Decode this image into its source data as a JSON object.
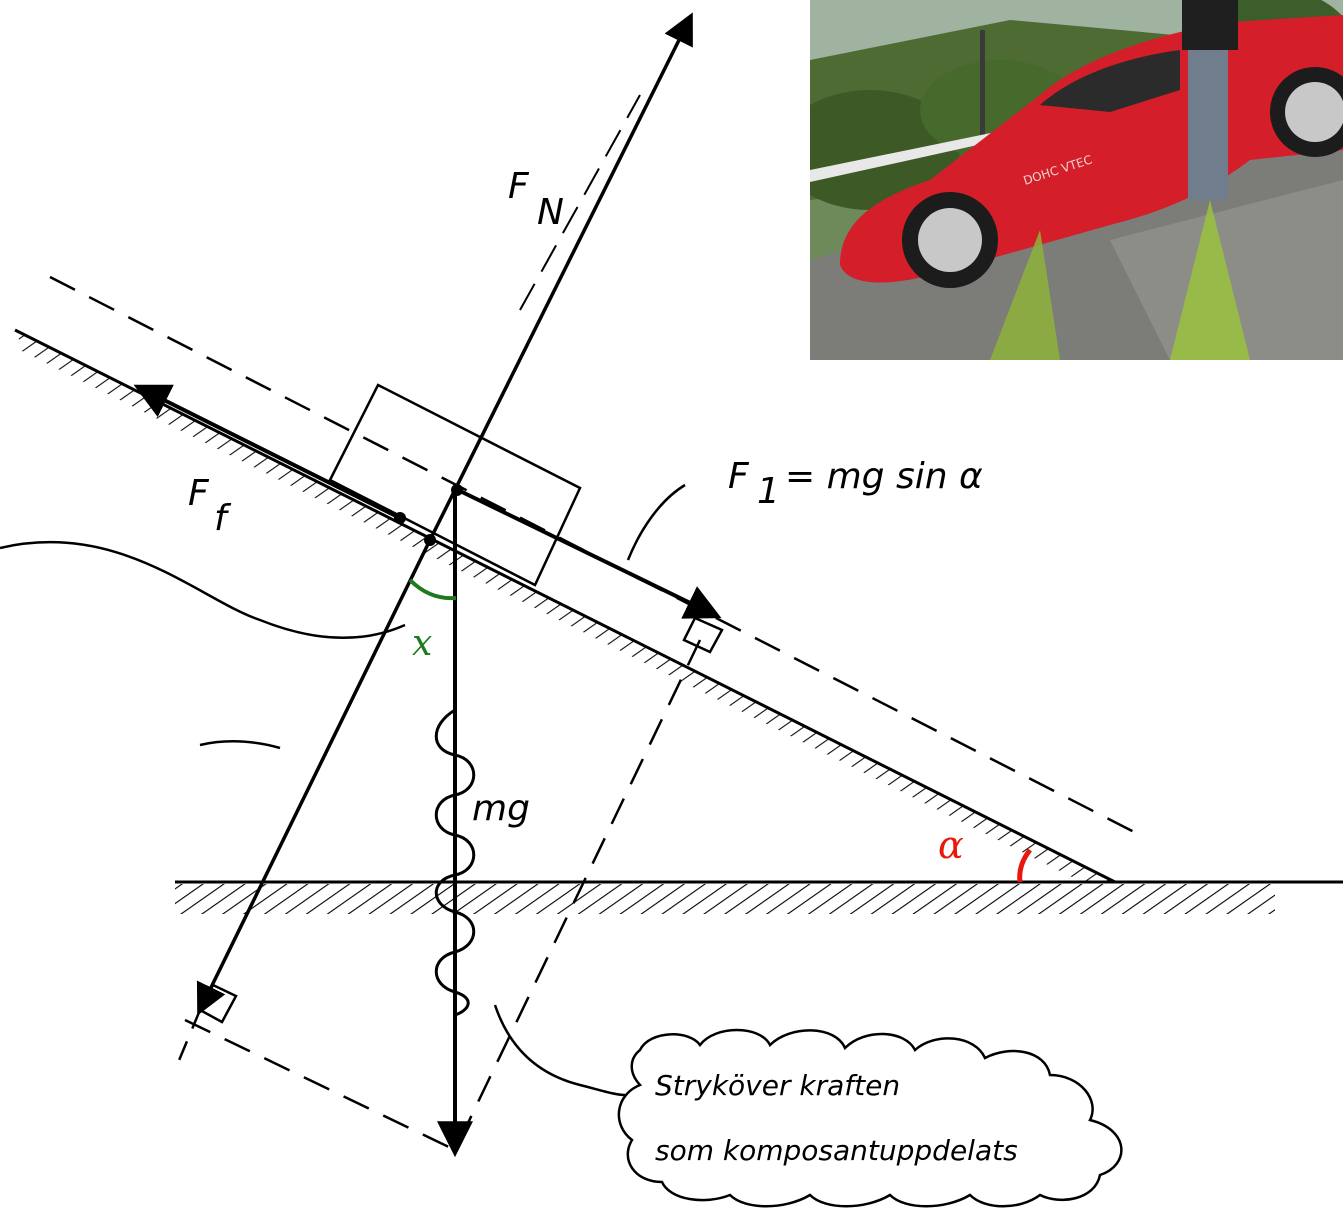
{
  "labels": {
    "normal_force": "F",
    "normal_force_sub": "N",
    "friction_force": "F",
    "friction_force_sub": "f",
    "parallel_component": "F",
    "parallel_component_sub": "1",
    "parallel_component_formula": "= mg sin α",
    "weight": "mg",
    "angle_x": "x",
    "angle_alpha": "α",
    "note_line1": "Stryköver kraften",
    "note_line2": "som komposantuppdelats"
  },
  "photo": {
    "car_badge_text": "DOHC VTEC"
  },
  "colors": {
    "ink": "#000000",
    "angle_alpha": "#e8190c",
    "angle_x": "#1f7a1f",
    "car_body": "#d41e2a"
  }
}
